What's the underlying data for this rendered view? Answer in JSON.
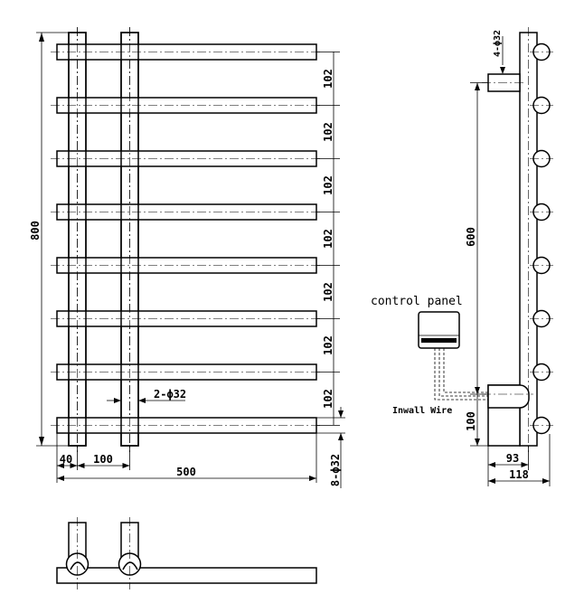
{
  "front_view": {
    "height_label": "800",
    "spacing_labels": [
      "102",
      "102",
      "102",
      "102",
      "102",
      "102",
      "102"
    ],
    "offset_label": "40",
    "tube_spacing_label": "100",
    "width_label": "500",
    "vertical_tube_label": "2-ϕ32",
    "bar_diameter_label": "8-ϕ32"
  },
  "side_view": {
    "connector_label": "4-ϕ32",
    "height_label": "600",
    "bottom_label": "100",
    "depth_label": "93",
    "total_depth_label": "118",
    "control_panel_label": "control panel",
    "wire_label": "Inwall Wire"
  }
}
